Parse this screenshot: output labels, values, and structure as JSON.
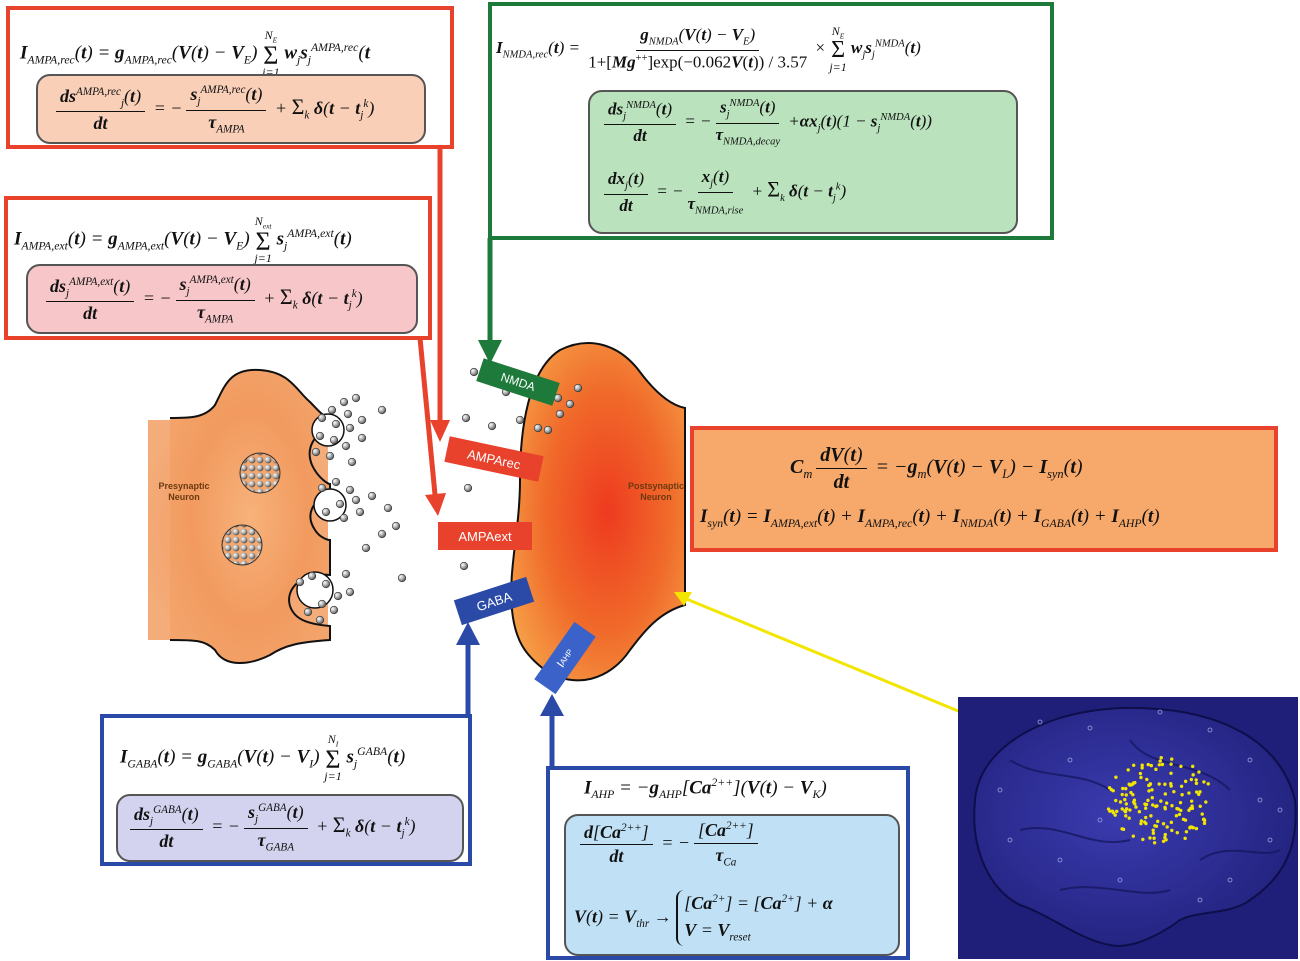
{
  "neurons": {
    "presynaptic_label": "Presynaptic\nNeuron",
    "postsynaptic_label": "Postsynaptic\nNeuron"
  },
  "receptors": {
    "nmda": "NMDA",
    "ampa_rec": "AMPArec",
    "ampa_ext": "AMPAext",
    "gaba": "GABA",
    "ahp": "I",
    "ahp_sub": "AHP"
  },
  "equations": {
    "ampa_rec": {
      "current": "I_AMPA,rec(t) = g_AMPA,rec(V(t) − V_E) Σ_{j=1}^{N_E} w_j s_j^{AMPA,rec}(t)",
      "gating": "ds_j^{AMPA,rec}(t)/dt = − s_j^{AMPA,rec}(t)/τ_AMPA + Σ_k δ(t − t_j^k)"
    },
    "ampa_ext": {
      "current": "I_AMPA,ext(t) = g_AMPA,ext(V(t) − V_E) Σ_{j=1}^{N_ext} s_j^{AMPA,ext}(t)",
      "gating": "ds_j^{AMPA,ext}(t)/dt = − s_j^{AMPA,ext}(t)/τ_AMPA + Σ_k δ(t − t_j^k)"
    },
    "nmda": {
      "current": "I_NMDA,rec(t) = g_NMDA(V(t) − V_E) / (1 + [Mg++] exp(−0.062V(t))/3.57) × Σ_{j=1}^{N_E} w_j s_j^{NMDA}(t)",
      "gating_s": "ds_j^{NMDA}(t)/dt = − s_j^{NMDA}(t)/τ_NMDA,decay + αx_j(t)(1 − s_j^{NMDA}(t))",
      "gating_x": "dx_j(t)/dt = − x_j(t)/τ_NMDA,rise + Σ_k δ(t − t_j^k)"
    },
    "membrane": {
      "voltage": "C_m dV(t)/dt = −g_m(V(t) − V_L) − I_syn(t)",
      "syn": "I_syn(t) = I_AMPA,ext(t) + I_AMPA,rec(t) + I_NMDA(t) + I_GABA(t) + I_AHP(t)"
    },
    "gaba": {
      "current": "I_GABA(t) = g_GABA(V(t) − V_I) Σ_{j=1}^{N_I} s_j^{GABA}(t)",
      "gating": "ds_j^{GABA}(t)/dt = − s_j^{GABA}(t)/τ_GABA + Σ_k δ(t − t_j^k)"
    },
    "ahp": {
      "current": "I_AHP = −g_AHP[Ca2++](V(t) − V_K)",
      "gating": "d[Ca2++]/dt = − [Ca2++]/τ_Ca",
      "reset": "V(t) = V_thr → {[Ca2+] = [Ca2+] + α ; V = V_reset}"
    }
  },
  "colors": {
    "red": "#e8412c",
    "green": "#1e7a3a",
    "blue": "#2b4aa8",
    "orange_box": "#f6a96a",
    "yellow": "#f2e600",
    "brain_bg": "#1f1f7a"
  }
}
